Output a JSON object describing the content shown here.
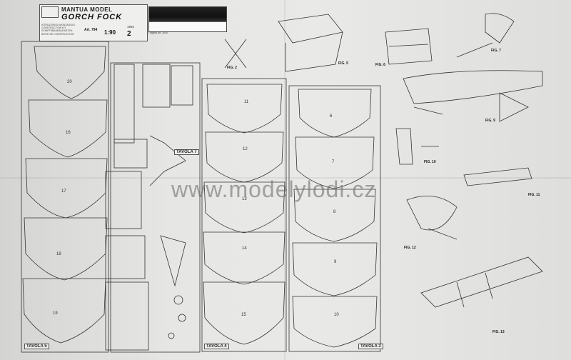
{
  "title_block": {
    "brand": "MANTUA MODEL",
    "model": "GORCH FOCK",
    "info_lines": [
      "ISTRUZIONI DI MONTAGGIO",
      "CONSTRUCTION KIT",
      "SCHIFFSBAUBAUKASTEN",
      "BOITE DE CONSTRUCTION"
    ],
    "art": "Art. 794",
    "scale": "1:90",
    "year": "1992",
    "sheet_number": "2"
  },
  "photo_caption": "Original Art. 2000",
  "plates": {
    "tavola_5": "TAVOLA 5",
    "tavola_4": "TAVOLA 4",
    "tavola_3": "TAVOLA 3",
    "tavola_7": "TAVOLA 7"
  },
  "figures": [
    "FIG. 2",
    "FIG. 5",
    "FIG. 6",
    "FIG. 7",
    "FIG. 9",
    "FIG. 10",
    "FIG. 11",
    "FIG. 12",
    "FIG. 13"
  ],
  "watermark": "www.modelylodi.cz",
  "frames": {
    "left": [
      "20",
      "16",
      "17",
      "18",
      "19"
    ],
    "mid": [
      "11",
      "12",
      "13",
      "14",
      "15"
    ],
    "right": [
      "6",
      "7",
      "8",
      "9",
      "10"
    ]
  }
}
